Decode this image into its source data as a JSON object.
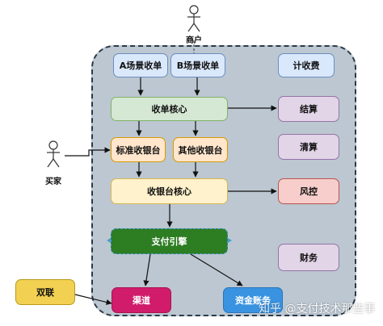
{
  "actors": {
    "merchant": "商户",
    "buyer": "买家"
  },
  "nodes": {
    "scene_a": "A场景收单",
    "scene_b": "B场景收单",
    "fee": "计收费",
    "acquiring_core": "收单核心",
    "settlement": "结算",
    "clearing": "清算",
    "std_cashier": "标准收银台",
    "other_cashier": "其他收银台",
    "cashier_core": "收银台核心",
    "risk": "风控",
    "payment_engine": "支付引擎",
    "finance": "财务",
    "shuanglian": "双联",
    "channel": "渠道",
    "funds_account": "资金账务"
  },
  "watermark": "知乎 @支付技术那些事"
}
